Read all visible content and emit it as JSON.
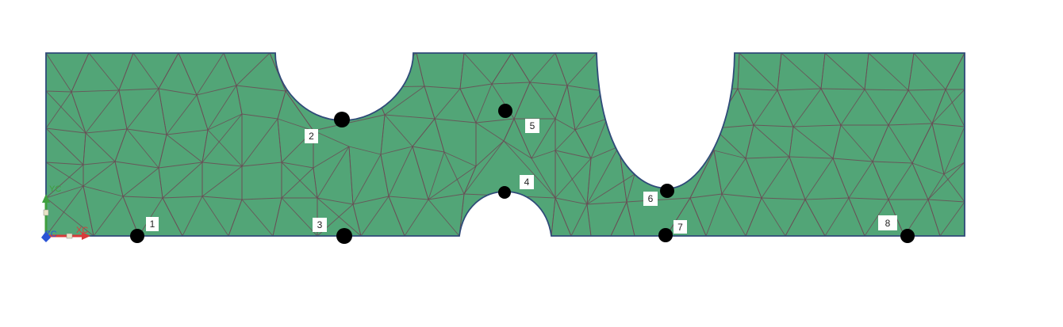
{
  "colors": {
    "mesh_fill": "#52a577",
    "mesh_line": "#6b4a55",
    "boundary": "#2f4a78",
    "node": "#000000",
    "axis_x": "#d93a3a",
    "axis_y": "#3f9f3f",
    "axis_z": "#2a54d6"
  },
  "axes": {
    "x_label": "XC",
    "y_label": "YC",
    "z_label": "ZC"
  },
  "nodes": [
    {
      "id": "1",
      "label": "1"
    },
    {
      "id": "2",
      "label": "2"
    },
    {
      "id": "3",
      "label": "3"
    },
    {
      "id": "4",
      "label": "4"
    },
    {
      "id": "5",
      "label": "5"
    },
    {
      "id": "6",
      "label": "6"
    },
    {
      "id": "7",
      "label": "7"
    },
    {
      "id": "8",
      "label": "8"
    }
  ]
}
